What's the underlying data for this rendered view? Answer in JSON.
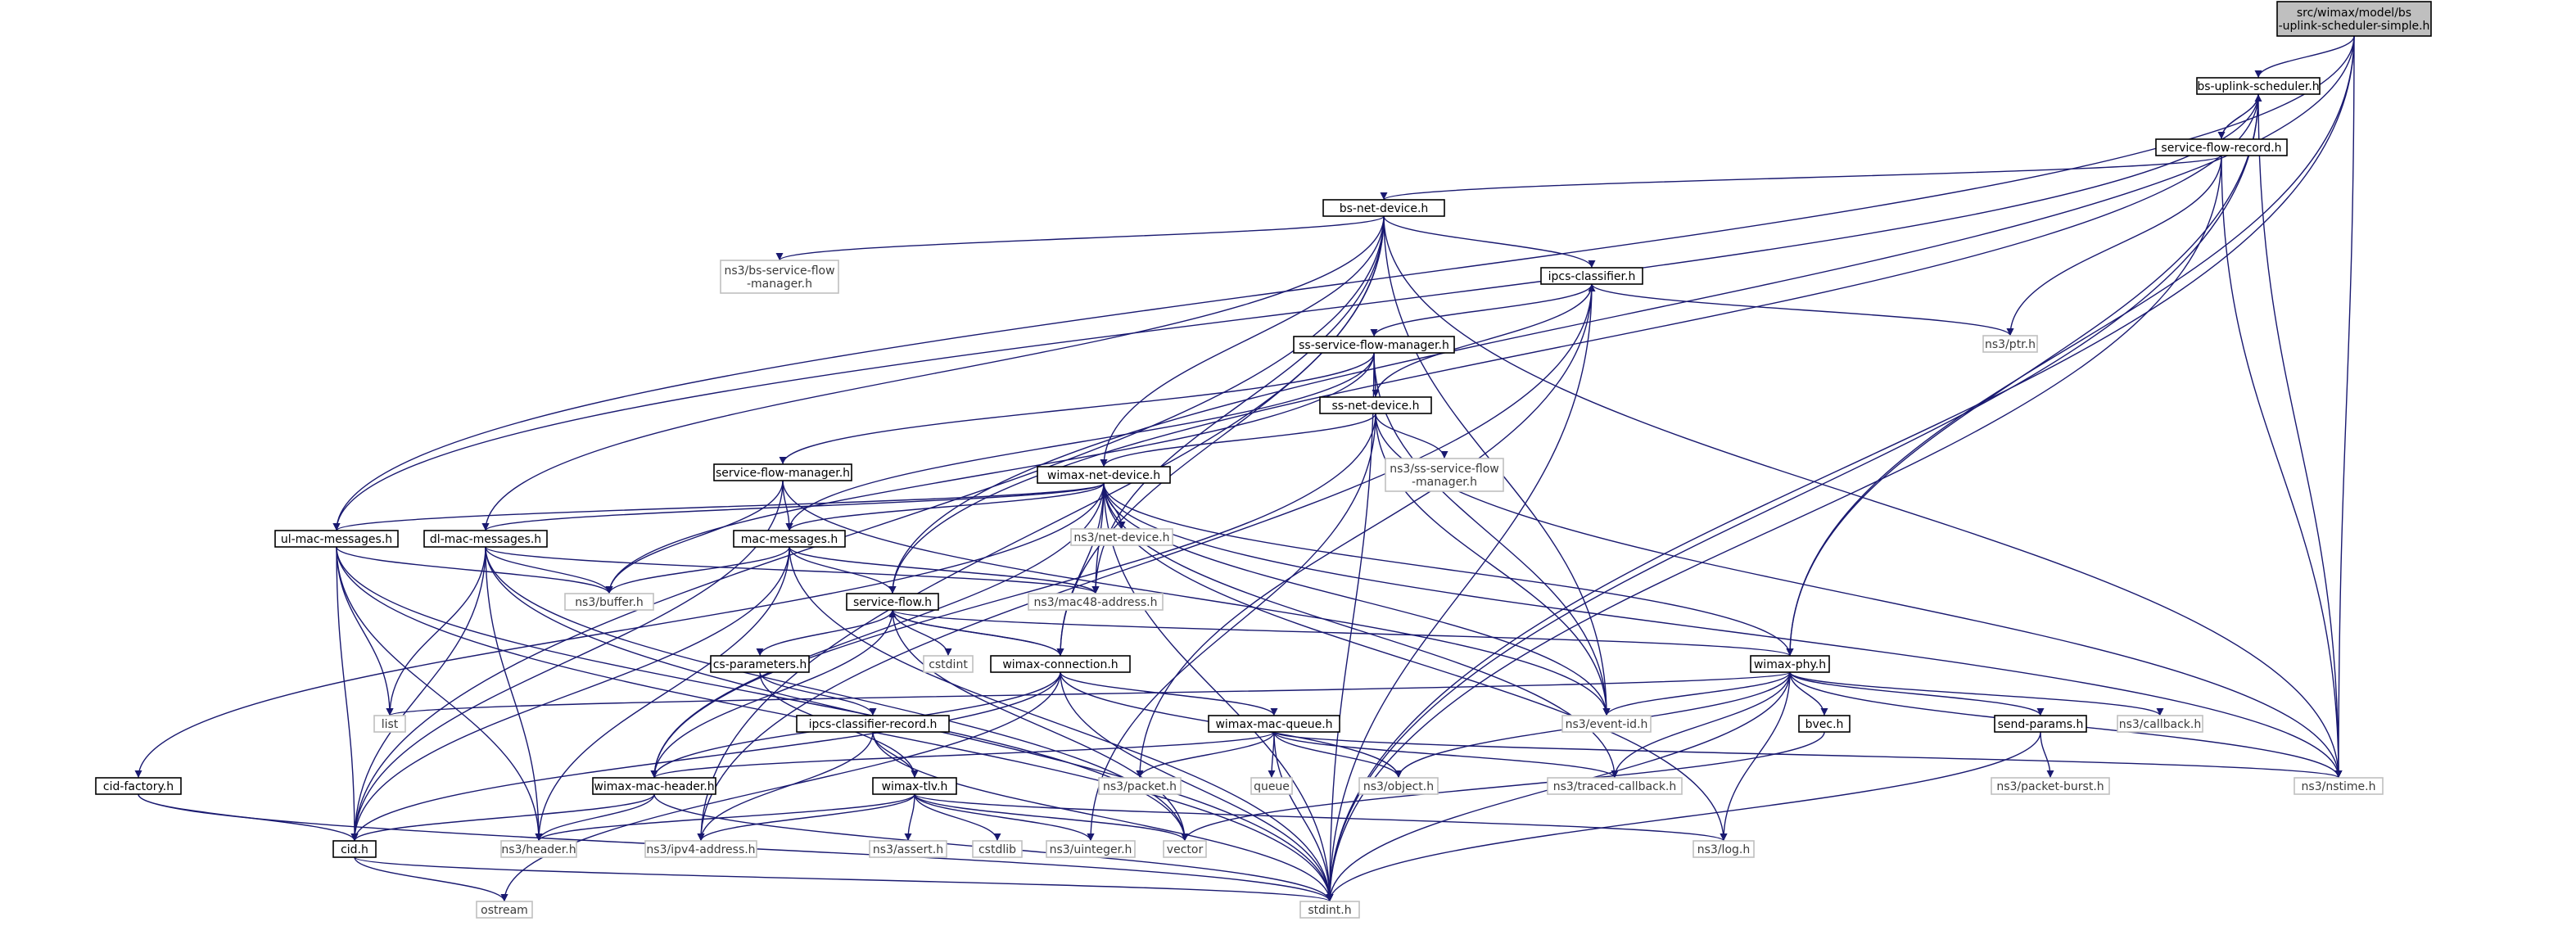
{
  "colors": {
    "edge": "#191970",
    "node_border": "#000000",
    "external_border": "#bfbfbf",
    "root_fill": "#bfbfbf",
    "background": "#ffffff"
  },
  "nodes": [
    {
      "id": "root",
      "lines": [
        "src/wimax/model/bs",
        "-uplink-scheduler-simple.h"
      ],
      "kind": "root"
    },
    {
      "id": "bsup",
      "lines": [
        "bs-uplink-scheduler.h"
      ],
      "kind": "local"
    },
    {
      "id": "sfr",
      "lines": [
        "service-flow-record.h"
      ],
      "kind": "local"
    },
    {
      "id": "bsnd",
      "lines": [
        "bs-net-device.h"
      ],
      "kind": "local"
    },
    {
      "id": "bssfm",
      "lines": [
        "ns3/bs-service-flow",
        "-manager.h"
      ],
      "kind": "system"
    },
    {
      "id": "ipcs",
      "lines": [
        "ipcs-classifier.h"
      ],
      "kind": "local"
    },
    {
      "id": "ptr",
      "lines": [
        "ns3/ptr.h"
      ],
      "kind": "system"
    },
    {
      "id": "sssfm",
      "lines": [
        "ss-service-flow-manager.h"
      ],
      "kind": "local"
    },
    {
      "id": "ssnd",
      "lines": [
        "ss-net-device.h"
      ],
      "kind": "local"
    },
    {
      "id": "ns3ssfm",
      "lines": [
        "ns3/ss-service-flow",
        "-manager.h"
      ],
      "kind": "system"
    },
    {
      "id": "sfm",
      "lines": [
        "service-flow-manager.h"
      ],
      "kind": "local"
    },
    {
      "id": "wnd",
      "lines": [
        "wimax-net-device.h"
      ],
      "kind": "local"
    },
    {
      "id": "netdev",
      "lines": [
        "ns3/net-device.h"
      ],
      "kind": "system"
    },
    {
      "id": "ulmm",
      "lines": [
        "ul-mac-messages.h"
      ],
      "kind": "local"
    },
    {
      "id": "dlmm",
      "lines": [
        "dl-mac-messages.h"
      ],
      "kind": "local"
    },
    {
      "id": "macm",
      "lines": [
        "mac-messages.h"
      ],
      "kind": "local"
    },
    {
      "id": "buffer",
      "lines": [
        "ns3/buffer.h"
      ],
      "kind": "system"
    },
    {
      "id": "mac48",
      "lines": [
        "ns3/mac48-address.h"
      ],
      "kind": "system"
    },
    {
      "id": "sf",
      "lines": [
        "service-flow.h"
      ],
      "kind": "local"
    },
    {
      "id": "cstdint",
      "lines": [
        "cstdint"
      ],
      "kind": "system"
    },
    {
      "id": "csparams",
      "lines": [
        "cs-parameters.h"
      ],
      "kind": "local"
    },
    {
      "id": "wconn",
      "lines": [
        "wimax-connection.h"
      ],
      "kind": "local"
    },
    {
      "id": "wphy",
      "lines": [
        "wimax-phy.h"
      ],
      "kind": "local"
    },
    {
      "id": "list",
      "lines": [
        "list"
      ],
      "kind": "system"
    },
    {
      "id": "ipcsrec",
      "lines": [
        "ipcs-classifier-record.h"
      ],
      "kind": "local"
    },
    {
      "id": "wmq",
      "lines": [
        "wimax-mac-queue.h"
      ],
      "kind": "local"
    },
    {
      "id": "eventid",
      "lines": [
        "ns3/event-id.h"
      ],
      "kind": "system"
    },
    {
      "id": "bvec",
      "lines": [
        "bvec.h"
      ],
      "kind": "local"
    },
    {
      "id": "sendp",
      "lines": [
        "send-params.h"
      ],
      "kind": "local"
    },
    {
      "id": "callback",
      "lines": [
        "ns3/callback.h"
      ],
      "kind": "system"
    },
    {
      "id": "cidf",
      "lines": [
        "cid-factory.h"
      ],
      "kind": "local"
    },
    {
      "id": "wmh",
      "lines": [
        "wimax-mac-header.h"
      ],
      "kind": "local"
    },
    {
      "id": "packet",
      "lines": [
        "ns3/packet.h"
      ],
      "kind": "system"
    },
    {
      "id": "queue",
      "lines": [
        "queue"
      ],
      "kind": "system"
    },
    {
      "id": "object",
      "lines": [
        "ns3/object.h"
      ],
      "kind": "system"
    },
    {
      "id": "tcb",
      "lines": [
        "ns3/traced-callback.h"
      ],
      "kind": "system"
    },
    {
      "id": "nstime",
      "lines": [
        "ns3/nstime.h"
      ],
      "kind": "system"
    },
    {
      "id": "pburst",
      "lines": [
        "ns3/packet-burst.h"
      ],
      "kind": "system"
    },
    {
      "id": "wtlv",
      "lines": [
        "wimax-tlv.h"
      ],
      "kind": "local"
    },
    {
      "id": "cid",
      "lines": [
        "cid.h"
      ],
      "kind": "local"
    },
    {
      "id": "header",
      "lines": [
        "ns3/header.h"
      ],
      "kind": "system"
    },
    {
      "id": "ipv4",
      "lines": [
        "ns3/ipv4-address.h"
      ],
      "kind": "system"
    },
    {
      "id": "assert",
      "lines": [
        "ns3/assert.h"
      ],
      "kind": "system"
    },
    {
      "id": "cstdlib",
      "lines": [
        "cstdlib"
      ],
      "kind": "system"
    },
    {
      "id": "uint",
      "lines": [
        "ns3/uinteger.h"
      ],
      "kind": "system"
    },
    {
      "id": "vector",
      "lines": [
        "vector"
      ],
      "kind": "system"
    },
    {
      "id": "log",
      "lines": [
        "ns3/log.h"
      ],
      "kind": "system"
    },
    {
      "id": "ostream",
      "lines": [
        "ostream"
      ],
      "kind": "system"
    },
    {
      "id": "stdint",
      "lines": [
        "stdint.h"
      ],
      "kind": "system"
    }
  ]
}
